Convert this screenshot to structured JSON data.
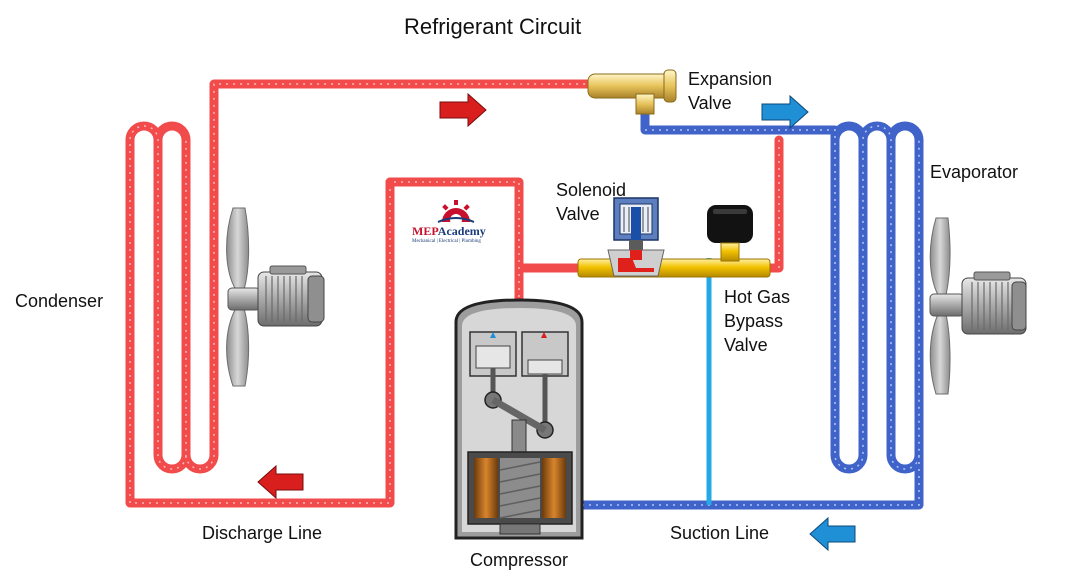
{
  "title": "Refrigerant Circuit",
  "labels": {
    "expansion_valve_1": "Expansion",
    "expansion_valve_2": "Valve",
    "evaporator": "Evaporator",
    "condenser": "Condenser",
    "solenoid_valve_1": "Solenoid",
    "solenoid_valve_2": "Valve",
    "hot_gas_1": "Hot Gas",
    "hot_gas_2": "Bypass",
    "hot_gas_3": "Valve",
    "discharge_line": "Discharge Line",
    "suction_line": "Suction Line",
    "compressor": "Compressor"
  },
  "logo": {
    "brand_red": "MEP",
    "brand_blue": "Academy",
    "tagline": "Mechanical | Electrical | Plumbing"
  },
  "colors": {
    "hot_line": "#f24b4b",
    "cold_line": "#3f63c8",
    "bypass_line": "#25a9e6",
    "brass": "#f5b800",
    "arrow_red": "#d91e1e",
    "arrow_blue": "#1f8fd6"
  },
  "icons": [
    "fan-icon",
    "motor-icon",
    "solenoid-valve-icon",
    "hot-gas-bypass-valve-icon",
    "expansion-valve-icon",
    "compressor-icon",
    "flow-arrow-icon"
  ]
}
